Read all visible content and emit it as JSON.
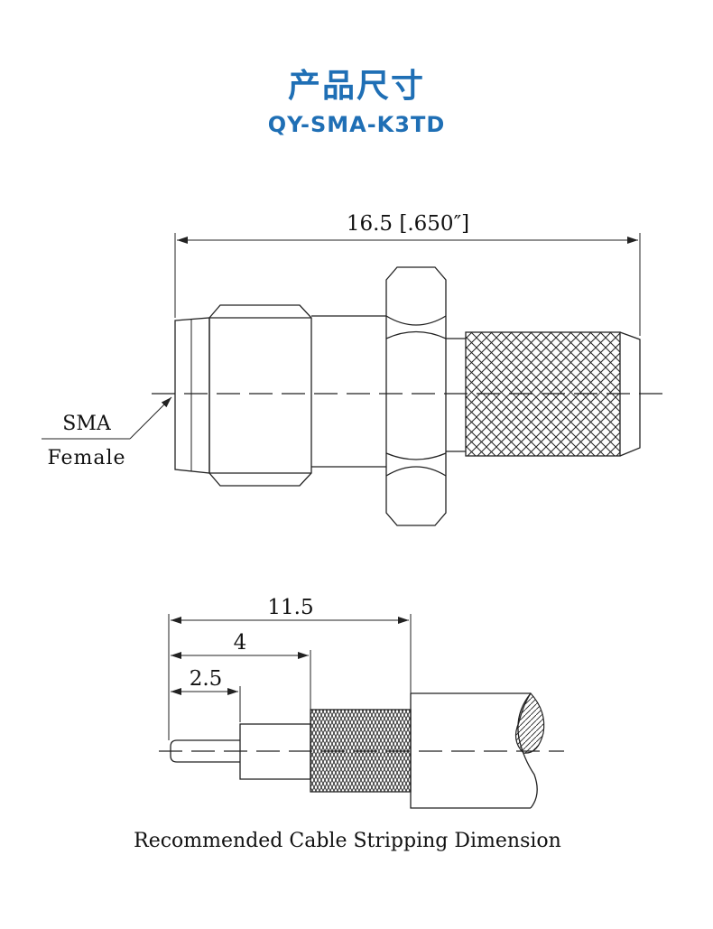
{
  "header": {
    "title": "产品尺寸",
    "model": "QY-SMA-K3TD"
  },
  "drawing1": {
    "overall_dim": "16.5 [.650″]",
    "callout_line1": "SMA",
    "callout_line2": "Female"
  },
  "drawing2": {
    "dim_total": "11.5",
    "dim_braid": "4",
    "dim_pin": "2.5",
    "caption": "Recommended Cable Stripping Dimension"
  },
  "colors": {
    "accent": "#1f6fb5",
    "line": "#222222"
  }
}
